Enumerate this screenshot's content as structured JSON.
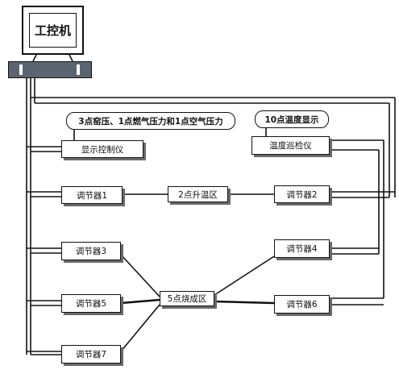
{
  "computer": {
    "label": "工控机"
  },
  "callouts": {
    "pressure": "3点窑压、1点燃气压力和1点空气压力",
    "temperature": "10点温度显示"
  },
  "instruments": {
    "display_controller": "显示控制仪",
    "temp_scanner": "温度巡检仪"
  },
  "regulators": {
    "r1": "调节器1",
    "r2": "调节器2",
    "r3": "调节器3",
    "r4": "调节器4",
    "r5": "调节器5",
    "r6": "调节器6",
    "r7": "调节器7"
  },
  "zones": {
    "heating": "2点升温区",
    "firing": "5点烧成区"
  }
}
